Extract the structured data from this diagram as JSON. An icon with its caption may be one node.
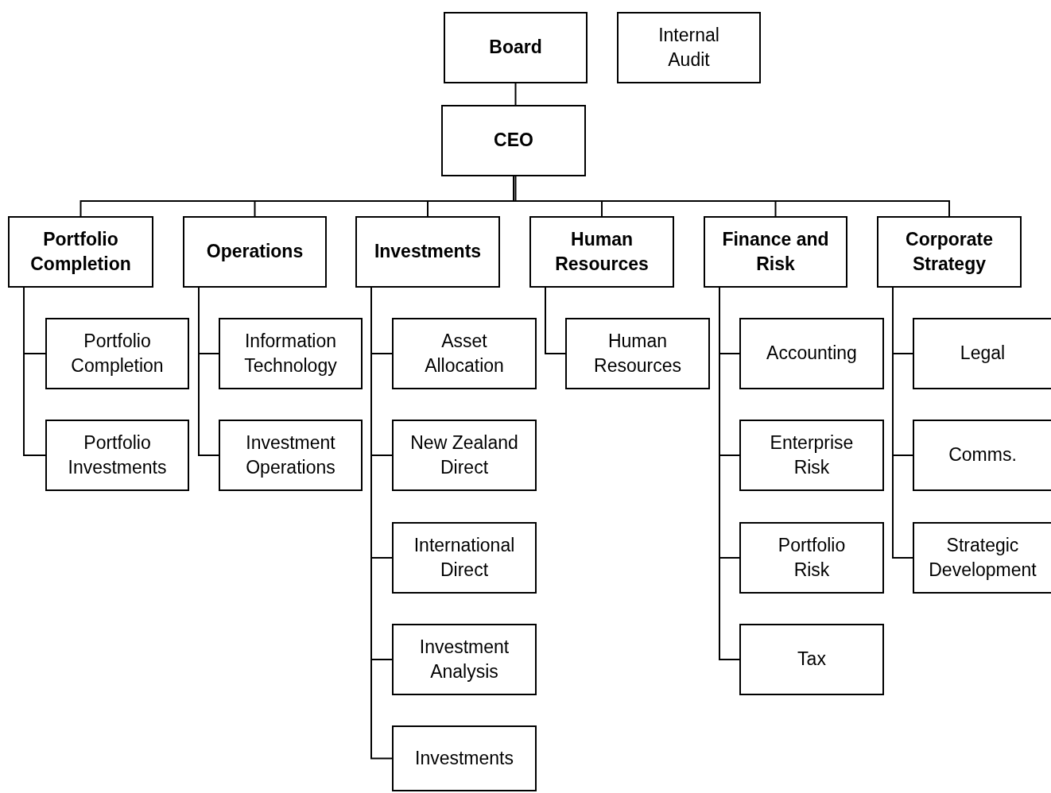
{
  "diagram": {
    "nodes": [
      {
        "text": [
          "Board"
        ]
      },
      {
        "text": [
          "Internal Audit"
        ]
      },
      {
        "text": [
          "CEO"
        ]
      },
      {
        "text": [
          "Portfolio Completion"
        ]
      },
      {
        "text": [
          "Operations"
        ]
      },
      {
        "text": [
          "Investments"
        ]
      },
      {
        "text": [
          "Human Resources"
        ]
      },
      {
        "text": [
          "Finance and Risk"
        ]
      },
      {
        "text": [
          "Corporate Strategy"
        ]
      },
      {
        "text": [
          "Portfolio Completion"
        ]
      },
      {
        "text": [
          "Portfolio Investments"
        ]
      },
      {
        "text": [
          "Information Technology"
        ]
      },
      {
        "text": [
          "Investment Operations"
        ]
      },
      {
        "text": [
          "Asset Allocation"
        ]
      },
      {
        "text": [
          "New Zealand Direct"
        ]
      },
      {
        "text": [
          "International Direct"
        ]
      },
      {
        "text": [
          "Investment Analysis"
        ]
      },
      {
        "text": [
          "Investments"
        ]
      },
      {
        "text": [
          "Human Resources"
        ]
      },
      {
        "text": [
          "Accounting"
        ]
      },
      {
        "text": [
          "Enterprise Risk"
        ]
      },
      {
        "text": [
          "Portfolio Risk"
        ]
      },
      {
        "text": [
          "Tax"
        ]
      },
      {
        "text": [
          "Legal"
        ]
      },
      {
        "text": [
          "Comms."
        ]
      },
      {
        "text": [
          "Strategic Development"
        ]
      }
    ],
    "edges": [
      {
        "from": 0,
        "to": 2,
        "arrow": "none"
      },
      {
        "from": 2,
        "to": 3,
        "arrow": "none"
      },
      {
        "from": 2,
        "to": 4,
        "arrow": "none"
      },
      {
        "from": 2,
        "to": 5,
        "arrow": "none"
      },
      {
        "from": 2,
        "to": 6,
        "arrow": "none"
      },
      {
        "from": 2,
        "to": 7,
        "arrow": "none"
      },
      {
        "from": 2,
        "to": 8,
        "arrow": "none"
      },
      {
        "from": 3,
        "to": 9,
        "arrow": "none"
      },
      {
        "from": 3,
        "to": 10,
        "arrow": "none"
      },
      {
        "from": 4,
        "to": 11,
        "arrow": "none"
      },
      {
        "from": 4,
        "to": 12,
        "arrow": "none"
      },
      {
        "from": 5,
        "to": 13,
        "arrow": "none"
      },
      {
        "from": 5,
        "to": 14,
        "arrow": "none"
      },
      {
        "from": 5,
        "to": 15,
        "arrow": "none"
      },
      {
        "from": 5,
        "to": 16,
        "arrow": "none"
      },
      {
        "from": 5,
        "to": 17,
        "arrow": "none"
      },
      {
        "from": 6,
        "to": 18,
        "arrow": "none"
      },
      {
        "from": 7,
        "to": 19,
        "arrow": "none"
      },
      {
        "from": 7,
        "to": 20,
        "arrow": "none"
      },
      {
        "from": 7,
        "to": 21,
        "arrow": "none"
      },
      {
        "from": 7,
        "to": 22,
        "arrow": "none"
      },
      {
        "from": 8,
        "to": 23,
        "arrow": "none"
      },
      {
        "from": 8,
        "to": 24,
        "arrow": "none"
      },
      {
        "from": 8,
        "to": 25,
        "arrow": "none"
      }
    ]
  }
}
